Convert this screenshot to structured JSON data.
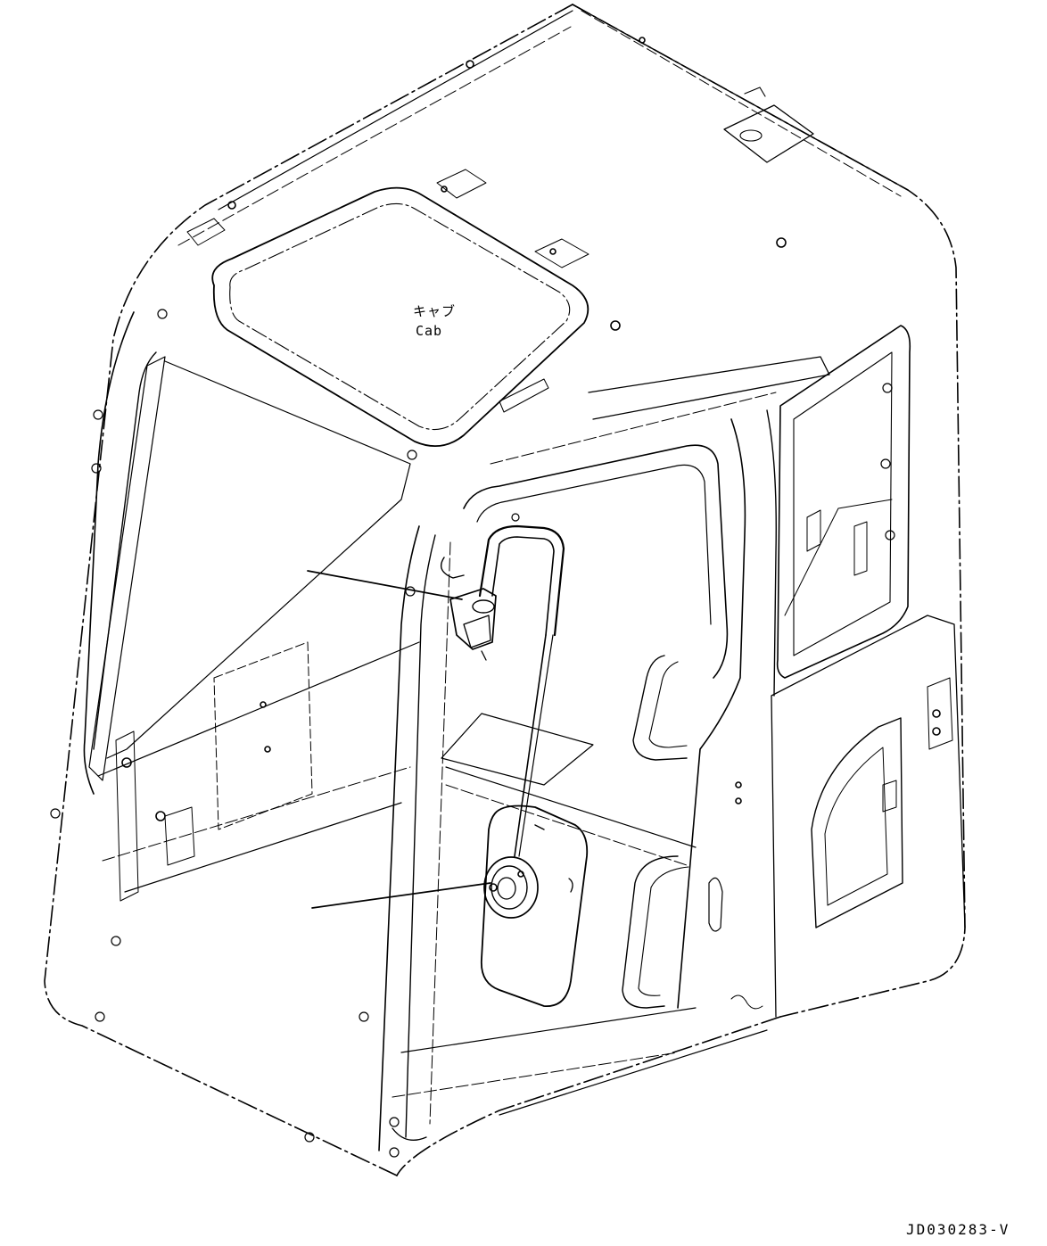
{
  "labels": {
    "cab_jp": "キャブ",
    "cab_en": "Cab",
    "drawing_code": "JD030283-V"
  },
  "colors": {
    "line": "#000000",
    "background": "#ffffff"
  }
}
